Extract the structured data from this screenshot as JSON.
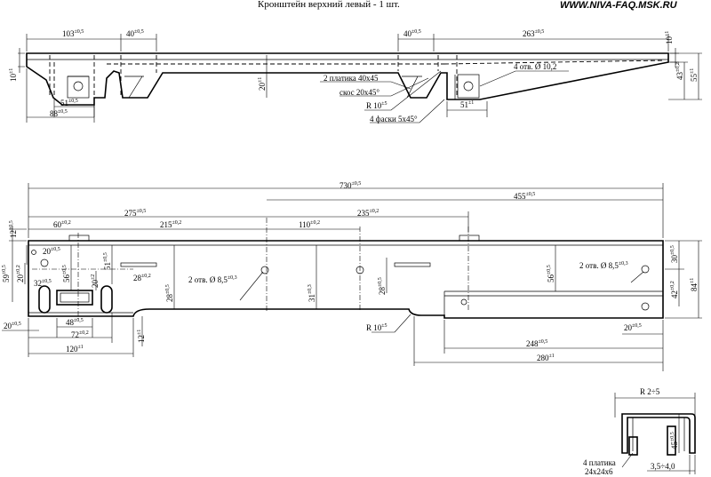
{
  "title": "Кронштейн верхний левый - 1 шт.",
  "watermark": "WWW.NIVA-FAQ.MSK.RU",
  "top_view": {
    "dims": {
      "d103": "103",
      "d103_tol": "±0,5",
      "d40a": "40",
      "d40a_tol": "±0,5",
      "d40b": "40",
      "d40b_tol": "±0,5",
      "d263": "263",
      "d263_tol": "±0,5",
      "d10a": "10",
      "d10a_tol": "±1",
      "d10b": "10",
      "d10b_tol": "±1",
      "d20": "20",
      "d20_tol": "±1",
      "d43": "43",
      "d43_tol": "±0,2",
      "d55": "55",
      "d55_tol": "±1",
      "d51a": "51",
      "d51a_tol": "±0,5",
      "d88": "88",
      "d88_tol": "±0,5",
      "d51b": "51",
      "d51b_tol": "±1"
    },
    "notes": {
      "plates": "2 платика 40х45",
      "bevel": "скос 20х45°",
      "radius": "R 10",
      "radius_tol": "±5",
      "chamfers": "4 фаски 5х45°",
      "holes": "4 отв. Ø 10,2"
    }
  },
  "main_view": {
    "dims": {
      "d730": "730",
      "d730_tol": "±0,5",
      "d455": "455",
      "d455_tol": "±0,5",
      "d275": "275",
      "d275_tol": "±0,5",
      "d235": "235",
      "d235_tol": "±0,2",
      "d60": "60",
      "d60_tol": "±0,2",
      "d215": "215",
      "d215_tol": "±0,2",
      "d110": "110",
      "d110_tol": "±0,2",
      "d12": "12",
      "d12_tol": "±0,5",
      "d20a": "20",
      "d20a_tol": "±0,5",
      "d59": "59",
      "d59_tol": "±0,5",
      "d20b": "20",
      "d20b_tol": "±0,2",
      "d32": "32",
      "d32_tol": "±0,5",
      "d56a": "56",
      "d56a_tol": "±0,5",
      "d20c": "20",
      "d20c_tol": "±2",
      "d51": "51",
      "d51_tol": "±0,5",
      "d28a": "28",
      "d28a_tol": "±0,2",
      "d28b": "28",
      "d28b_tol": "±0,5",
      "d31": "31",
      "d31_tol": "±0,3",
      "d28c": "28",
      "d28c_tol": "±0,5",
      "d56b": "56",
      "d56b_tol": "±0,5",
      "d30": "30",
      "d30_tol": "±0,5",
      "d42": "42",
      "d42_tol": "±0,2",
      "d84": "84",
      "d84_tol": "±1",
      "d48": "48",
      "d48_tol": "±0,5",
      "d72": "72",
      "d72_tol": "±0,2",
      "d120": "120",
      "d120_tol": "±1",
      "d20d": "20",
      "d20d_tol": "±0,5",
      "d12b": "12",
      "d12b_tol": "±1",
      "d248": "248",
      "d248_tol": "±0,5",
      "d280": "280",
      "d280_tol": "±1",
      "d20e": "20",
      "d20e_tol": "±0,5"
    },
    "notes": {
      "holes_a": "2 отв. Ø 8,5",
      "holes_a_tol": "±0,3",
      "holes_b": "2 отв. Ø 8,5",
      "holes_b_tol": "±0,3",
      "radius": "R 10",
      "radius_tol": "±5"
    }
  },
  "detail_view": {
    "radius": "R 2÷5",
    "d45": "45",
    "d45_tol": "±0,5",
    "plates_line1": "4 платика",
    "plates_line2": "24х24х6",
    "gap": "3,5÷4,0"
  }
}
